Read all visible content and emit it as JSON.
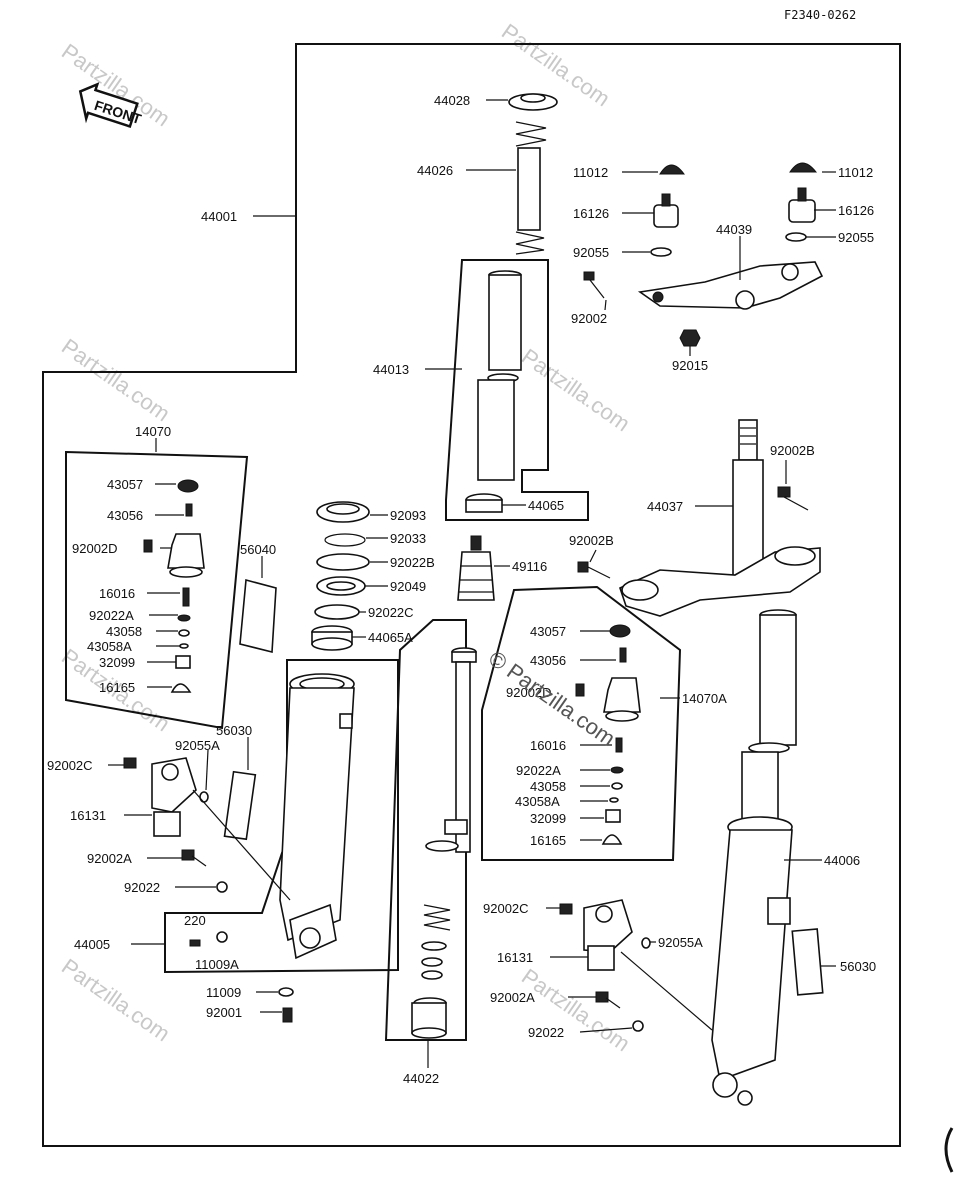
{
  "diagram": {
    "code": "F2340-0262",
    "front_label": "FRONT",
    "watermark": "Partzilla.com",
    "watermark_center": "© Partzilla.com",
    "labels": {
      "p44028": "44028",
      "p44026": "44026",
      "p44001": "44001",
      "p11012a": "11012",
      "p11012b": "11012",
      "p16126a": "16126",
      "p16126b": "16126",
      "p92055a": "92055",
      "p92055b": "92055",
      "p44039": "44039",
      "p92002": "92002",
      "p92015": "92015",
      "p44013": "44013",
      "p14070": "14070",
      "p43057a": "43057",
      "p43056a": "43056",
      "p92002Da": "92002D",
      "p56040": "56040",
      "p16016a": "16016",
      "p92022Aa": "92022A",
      "p43058a": "43058",
      "p43058Aa": "43058A",
      "p32099a": "32099",
      "p16165a": "16165",
      "p92093": "92093",
      "p92033": "92033",
      "p92022B": "92022B",
      "p92049": "92049",
      "p92022C": "92022C",
      "p44065A": "44065A",
      "p44065": "44065",
      "p49116": "49116",
      "p92002B1": "92002B",
      "p92002B2": "92002B",
      "p44037": "44037",
      "p43057b": "43057",
      "p43056b": "43056",
      "p92002Db": "92002D",
      "p14070A": "14070A",
      "p16016b": "16016",
      "p92022Ab": "92022A",
      "p43058b": "43058",
      "p43058Ab": "43058A",
      "p32099b": "32099",
      "p16165b": "16165",
      "p56030a": "56030",
      "p92055Aa": "92055A",
      "p92002Ca": "92002C",
      "p16131a": "16131",
      "p92002Aa": "92002A",
      "p92022a": "92022",
      "p220": "220",
      "p44005": "44005",
      "p11009A": "11009A",
      "p11009": "11009",
      "p92001": "92001",
      "p44022": "44022",
      "p44006": "44006",
      "p92002Cb": "92002C",
      "p92055Ab": "92055A",
      "p16131b": "16131",
      "p56030b": "56030",
      "p92002Ab": "92002A",
      "p92022b": "92022"
    }
  }
}
